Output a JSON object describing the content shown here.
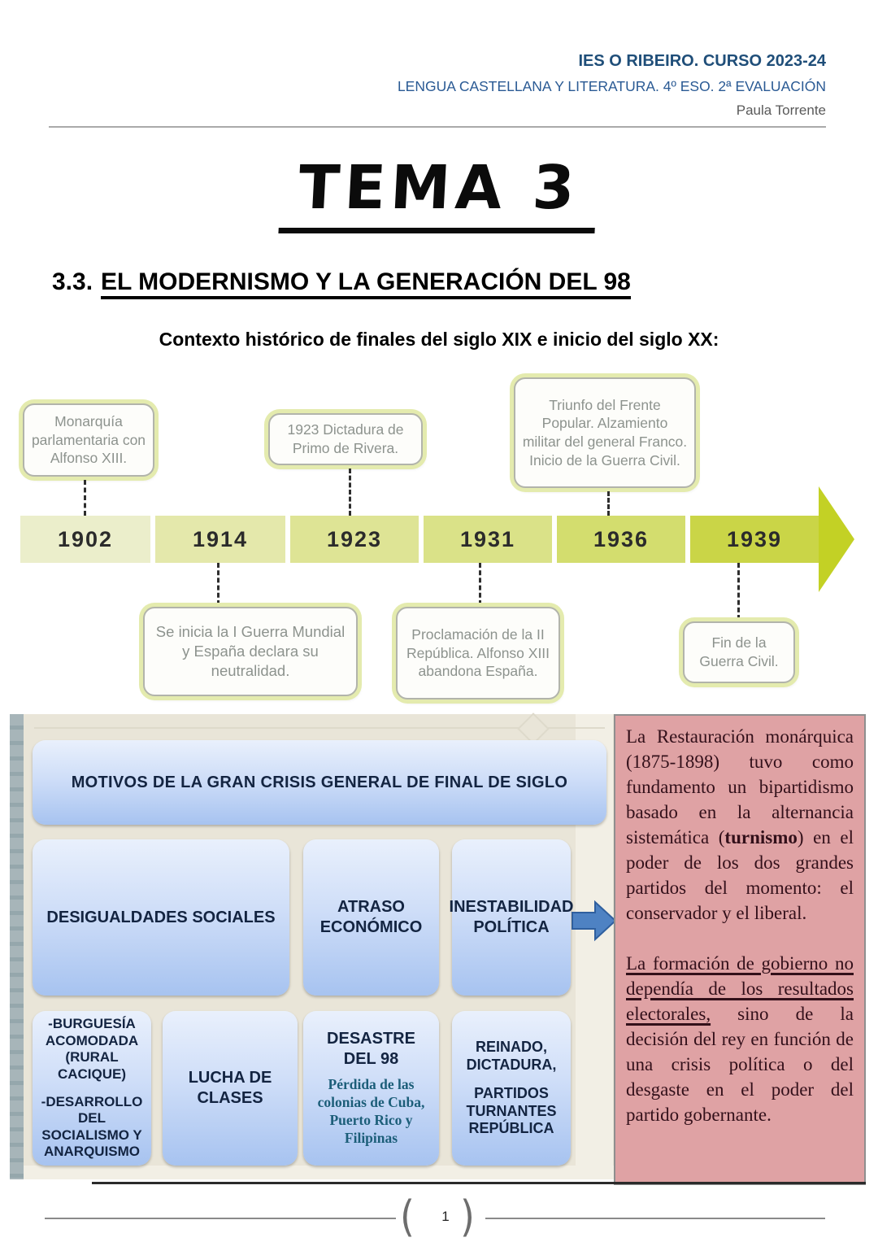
{
  "header": {
    "line1": "IES O RIBEIRO. CURSO 2023-24",
    "line2": "LENGUA CASTELLANA Y LITERATURA. 4º ESO. 2ª EVALUACIÓN",
    "line3": "Paula Torrente"
  },
  "title": "TEMA 3",
  "section": {
    "number": "3.3.",
    "title": "EL MODERNISMO Y LA GENERACIÓN DEL 98"
  },
  "subtitle": "Contexto histórico de finales del siglo XIX e inicio del siglo XX:",
  "timeline": {
    "years": [
      "1902",
      "1914",
      "1923",
      "1931",
      "1936",
      "1939"
    ],
    "callouts_top": [
      {
        "text": "Monarquía parlamentaria con Alfonso XIII."
      },
      {
        "text": "1923 Dictadura de Primo de Rivera."
      },
      {
        "text": "Triunfo del Frente Popular. Alzamiento militar del general Franco. Inicio de la Guerra Civil."
      }
    ],
    "callouts_bottom": [
      {
        "text": "Se inicia la I Guerra Mundial y España declara su neutralidad."
      },
      {
        "text": "Proclamación de la II República. Alfonso XIII abandona España."
      },
      {
        "text": "Fin de la Guerra Civil."
      }
    ]
  },
  "diagram": {
    "header": "MOTIVOS DE LA GRAN CRISIS GENERAL DE FINAL DE SIGLO",
    "row1": [
      "DESIGUALDADES SOCIALES",
      "ATRASO ECONÓMICO",
      "INESTABILIDAD POLÍTICA"
    ],
    "row2": {
      "box1_line1": "-BURGUESÍA ACOMODADA (RURAL CACIQUE)",
      "box1_line2": "-DESARROLLO DEL SOCIALISMO Y ANARQUISMO",
      "box2": "LUCHA DE CLASES",
      "box3_title": "DESASTRE DEL 98",
      "box3_note": "Pérdida de las colonias de Cuba, Puerto Rico y Filipinas",
      "box4_line1": "REINADO, DICTADURA,",
      "box4_line2": "PARTIDOS TURNANTES REPÚBLICA"
    }
  },
  "note": {
    "para1_pre": "La Restauración monárquica (1875-1898) tuvo como fundamento un bipartidismo basado en la alternancia sistemática (",
    "para1_bold": "turnismo",
    "para1_post": ") en el poder de los dos  grandes partidos del momento: el conservador y el liberal.",
    "para2_underlined": "La formación de gobierno no dependía de los resultados electorales,",
    "para2_rest": " sino de la decisión del rey en función de una crisis política o del desgaste  en el poder del partido gobernante."
  },
  "footer": {
    "bracket_left": "(",
    "page_number": "1",
    "bracket_right": ")"
  },
  "colors": {
    "header_blue": "#1f4e79",
    "author_gray": "#595959",
    "timeline_segments": [
      "#ebeecb",
      "#e4e8ab",
      "#dee495",
      "#dae288",
      "#d3dd6e",
      "#cad547"
    ],
    "timeline_arrow": "#c3d125",
    "callout_glow": "#e4ebae",
    "callout_text": "#8d938e",
    "panel_beige": "#e9e5d8",
    "box_blue_top": "#e9f0fc",
    "box_blue_bottom": "#a7c3f0",
    "box_text_navy": "#132441",
    "desastre_note_blue": "#1c5e79",
    "note_pink": "#dfa2a4",
    "note_text": "#33101a",
    "diagram_arrow_blue": "#4e82c3"
  }
}
